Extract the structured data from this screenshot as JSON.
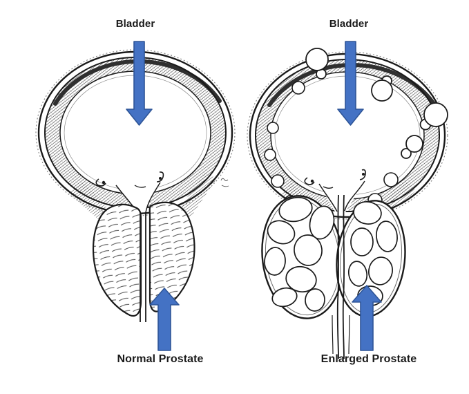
{
  "figure": {
    "panels": [
      {
        "id": "normal",
        "top_label": "Bladder",
        "bottom_label": "Normal Prostate",
        "top_arrow_icon": "arrow-down",
        "bottom_arrow_icon": "arrow-up"
      },
      {
        "id": "enlarged",
        "top_label": "Bladder",
        "bottom_label": "Enlarged Prostate",
        "top_arrow_icon": "arrow-down",
        "bottom_arrow_icon": "arrow-up"
      }
    ]
  },
  "colors": {
    "arrow_fill": "#4472C4",
    "arrow_stroke": "#2E5597",
    "ink": "#1A1A1A",
    "hatch": "#2D2D2D",
    "background": "#FFFFFF"
  }
}
